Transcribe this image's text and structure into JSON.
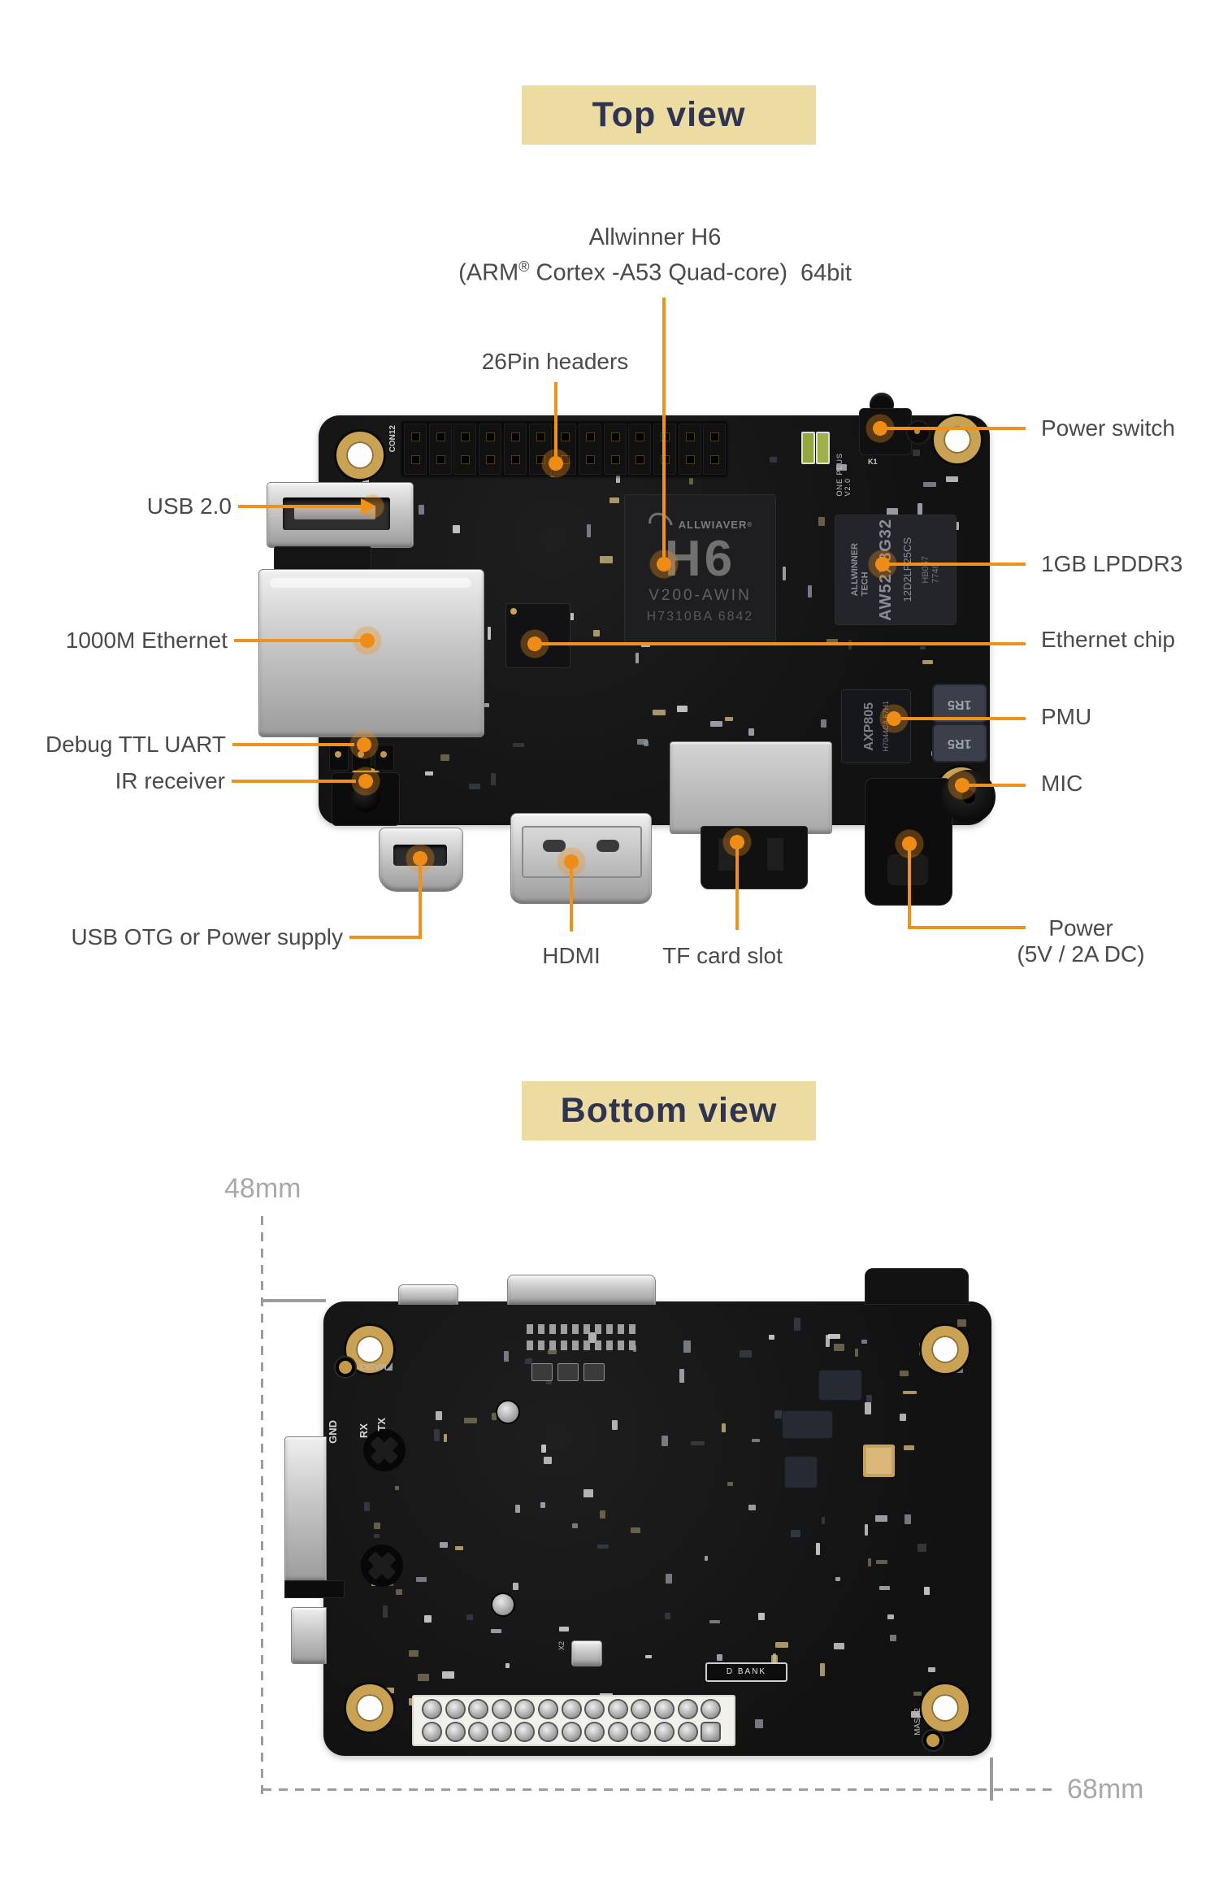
{
  "colors": {
    "accent_orange": "#f0911c",
    "header_bg": "#ecdca1",
    "header_text": "#2e3452",
    "label_text": "#4a4a4a",
    "dimension_gray": "#a8a8a8",
    "pcb_black": "#151515"
  },
  "top": {
    "title": "Top view",
    "cpu": {
      "l1": "Allwinner H6",
      "l2a": "(ARM",
      "l2sup": "®",
      "l2b": " Cortex -A53 Quad-core)",
      "l2c": "64bit"
    },
    "labels": {
      "pin_header": "26Pin headers",
      "usb": "USB 2.0",
      "ethernet": "1000M Ethernet",
      "uart": "Debug TTL UART",
      "ir": "IR receiver",
      "otg": "USB OTG or Power supply",
      "hdmi": "HDMI",
      "tf": "TF card slot",
      "power_switch": "Power switch",
      "ram": "1GB LPDDR3",
      "eth_chip": "Ethernet chip",
      "pmu": "PMU",
      "mic": "MIC",
      "power1": "Power",
      "power2": "(5V / 2A DC)"
    },
    "chips": {
      "soc": {
        "brand": "ALLWIAVER",
        "sup": "®",
        "name": "H6",
        "v": "V200-AWIN",
        "code": "H7310BA  6842"
      },
      "ddr": {
        "b1": "ALLWINNER",
        "b2": "TECH",
        "part": "AW52X8G32",
        "sub": "12D2LP25CS",
        "c1": "HB057",
        "c2": "7746"
      },
      "pmu": {
        "part": "AXP805",
        "sub": "H7044CA 67H1"
      },
      "ind": "1R5",
      "con12": "CON12",
      "k1": "K1",
      "one_plus": "ONE PLUS",
      "v20": "V2.0"
    }
  },
  "bottom": {
    "title": "Bottom view",
    "dim_height": "48mm",
    "dim_width": "68mm",
    "silk": {
      "gnd": "GND",
      "rx": "RX",
      "tx": "TX",
      "mask3": "MASK3",
      "mask2": "MASK2",
      "dbank": "D BANK",
      "x2": "X2"
    }
  }
}
